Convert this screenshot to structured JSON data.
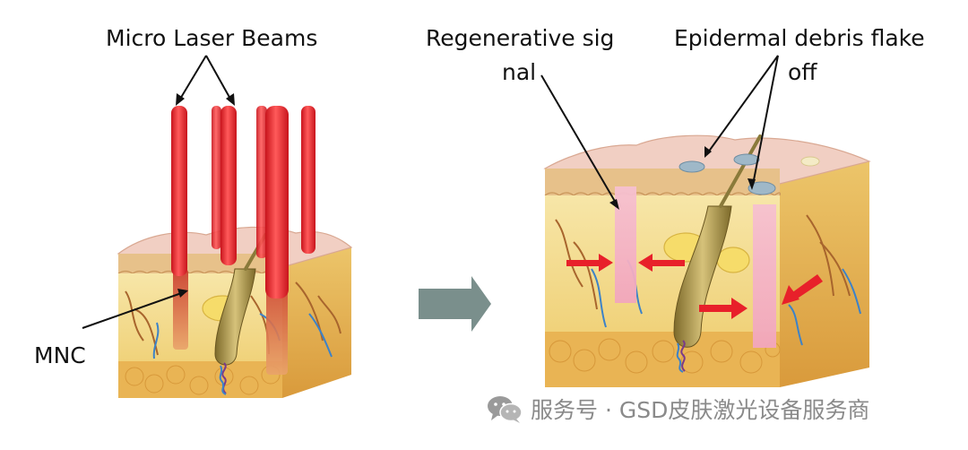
{
  "labels": {
    "micro_laser_beams": "Micro Laser Beams",
    "mnc": "MNC",
    "regenerative_line1": "Regenerative sig",
    "regenerative_line2": "nal",
    "epidermal_line1": "Epidermal debris flake",
    "epidermal_line2": "off"
  },
  "watermark": {
    "text": "服务号 · GSD皮肤激光设备服务商",
    "icon": "wechat-icon"
  },
  "colors": {
    "laser": "#e8202a",
    "arrow_red": "#e8202a",
    "transition_arrow": "#7a8f8c",
    "skin_top": "#f1cfc3",
    "dermis": "#f3dc8f",
    "subcutis": "#e8b04e",
    "regen_zone": "#f4b7c8"
  }
}
